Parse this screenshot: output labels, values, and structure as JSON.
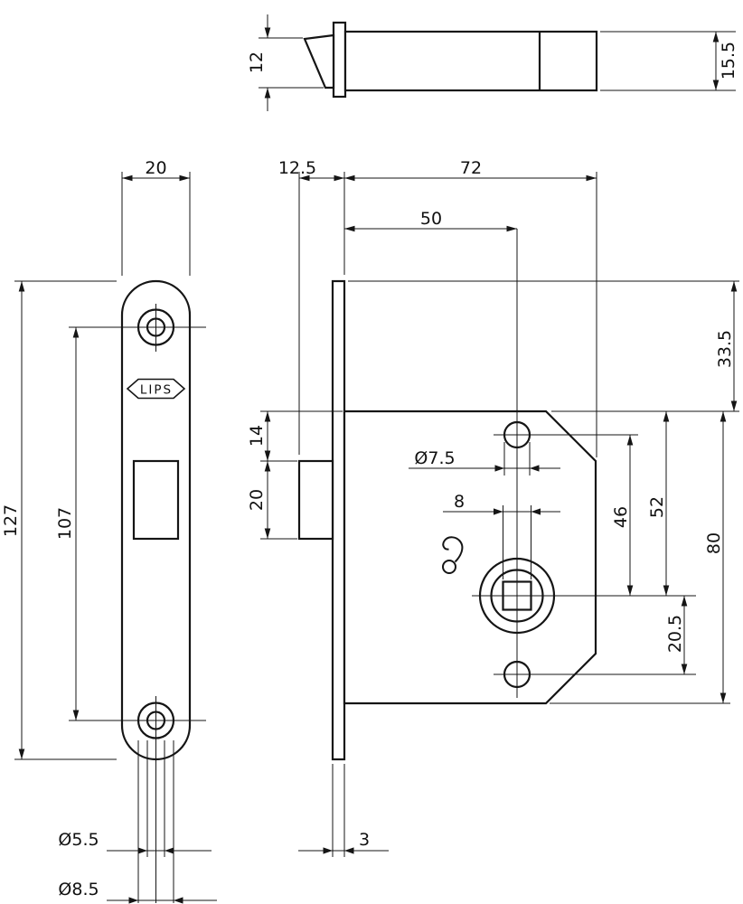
{
  "brand_label": "LIPS",
  "top_view": {
    "latch_height": "12",
    "body_height": "15.5"
  },
  "front_view": {
    "faceplate_width": "20",
    "faceplate_length": "127",
    "screw_hole_spacing": "107",
    "screw_hole_inner_dia": "Ø5.5",
    "screw_hole_outer_dia": "Ø8.5"
  },
  "side_view": {
    "latch_projection": "12.5",
    "case_depth": "72",
    "backset": "50",
    "faceplate_top_offset": "33.5",
    "case_top_to_latch": "14",
    "latch_height": "20",
    "fixing_hole_dia": "Ø7.5",
    "spindle_square": "8",
    "hole_to_spindle": "46",
    "case_top_to_spindle": "52",
    "case_height": "80",
    "spindle_to_bottom_hole": "20.5",
    "faceplate_thickness": "3"
  }
}
